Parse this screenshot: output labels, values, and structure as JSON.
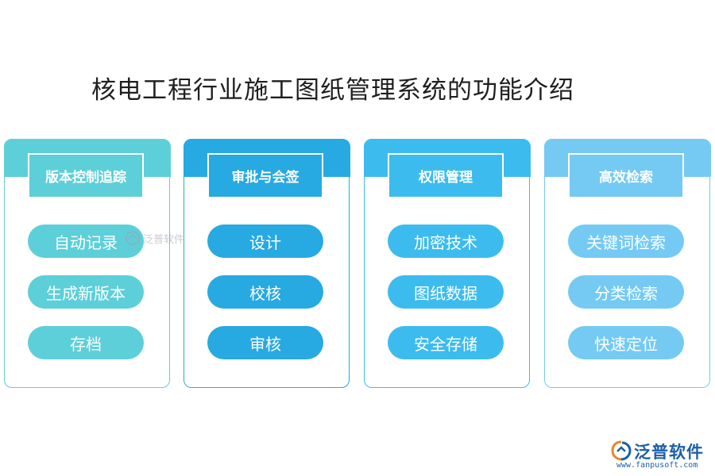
{
  "title": "核电工程行业施工图纸管理系统的功能介绍",
  "columns": [
    {
      "header": "版本控制追踪",
      "items": [
        "自动记录",
        "生成新版本",
        "存档"
      ],
      "color": "#5dcfd8"
    },
    {
      "header": "审批与会签",
      "items": [
        "设计",
        "校核",
        "审核"
      ],
      "color": "#27a9e1"
    },
    {
      "header": "权限管理",
      "items": [
        "加密技术",
        "图纸数据",
        "安全存储"
      ],
      "color": "#3cbcee"
    },
    {
      "header": "高效检索",
      "items": [
        "关键词检索",
        "分类检索",
        "快速定位"
      ],
      "color": "#74caf3"
    }
  ],
  "watermark": {
    "text": "泛普软件",
    "icon": "fanpu-logo-icon"
  },
  "logo": {
    "name": "泛普软件",
    "url": "www.fanpusoft.com",
    "icon": "fanpu-logo-icon",
    "color": "#1d5fa8"
  }
}
